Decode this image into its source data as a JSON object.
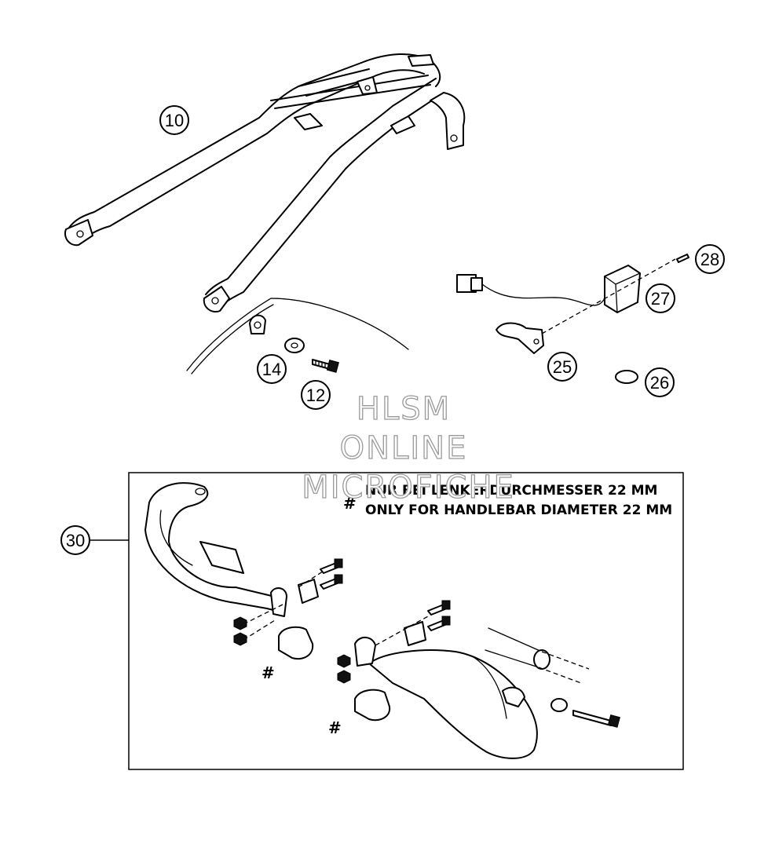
{
  "callouts": {
    "c10": "10",
    "c12": "12",
    "c14": "14",
    "c25": "25",
    "c26": "26",
    "c27": "27",
    "c28": "28",
    "c30": "30"
  },
  "note": {
    "symbol": "#",
    "line_de": "NUR BEI LENKERDURCHMESSER 22 MM",
    "line_en": "ONLY FOR HANDLEBAR DIAMETER 22 MM"
  },
  "markers": {
    "hash_left": "#",
    "hash_right": "#"
  },
  "watermark": {
    "line1": "HLSM",
    "line2": "ONLINE",
    "line3": "MICROFICHE"
  }
}
